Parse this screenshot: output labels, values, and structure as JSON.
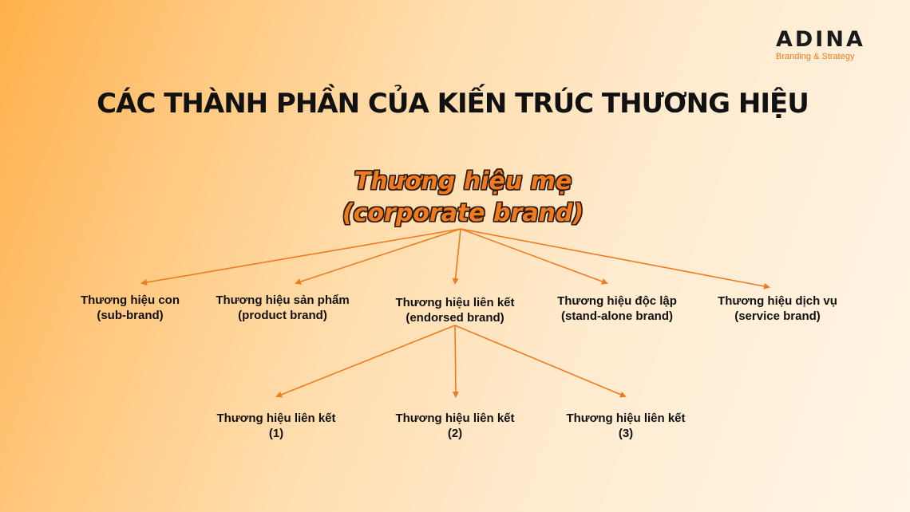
{
  "logo": {
    "name": "ADINA",
    "tagline": "Branding & Strategy"
  },
  "title": "CÁC THÀNH PHẦN CỦA KIẾN TRÚC THƯƠNG HIỆU",
  "root": {
    "line1": "Thương hiệu mẹ",
    "line2": "(corporate brand)"
  },
  "level1": [
    {
      "line1": "Thương hiệu con",
      "line2": "(sub-brand)"
    },
    {
      "line1": "Thương hiệu sản phẩm",
      "line2": "(product brand)"
    },
    {
      "line1": "Thương hiệu liên kết",
      "line2": "(endorsed brand)"
    },
    {
      "line1": "Thương hiệu độc lập",
      "line2": "(stand-alone brand)"
    },
    {
      "line1": "Thương hiệu dịch vụ",
      "line2": "(service brand)"
    }
  ],
  "level2": [
    {
      "line1": "Thương hiệu liên kết",
      "line2": "(1)"
    },
    {
      "line1": "Thương hiệu liên kết",
      "line2": "(2)"
    },
    {
      "line1": "Thương hiệu liên kết",
      "line2": "(3)"
    }
  ],
  "colors": {
    "accent": "#f07b1e",
    "text": "#111111"
  }
}
